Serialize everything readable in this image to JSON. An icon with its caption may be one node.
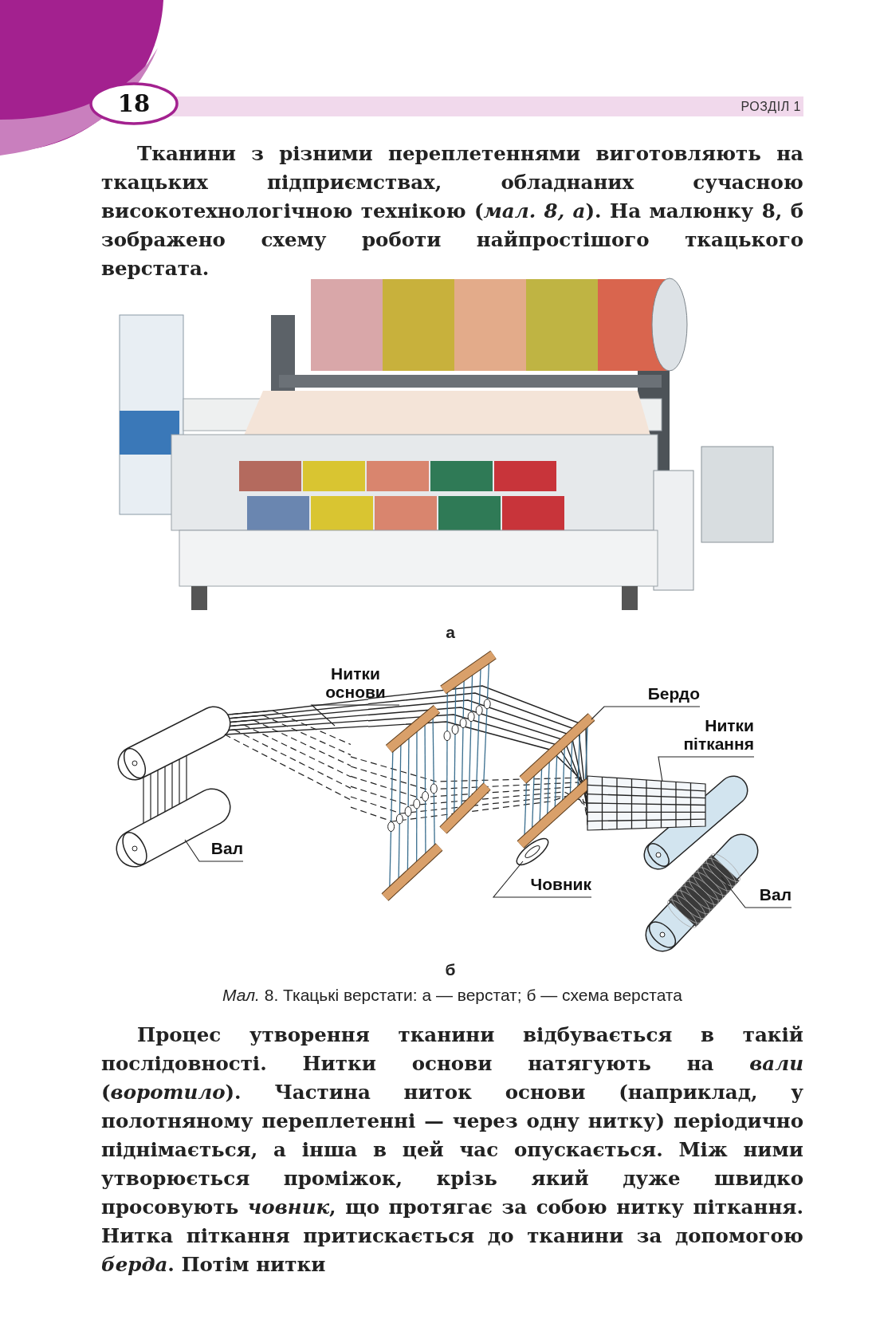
{
  "diagram": {
    "nodes": [
      {
        "text": [
          "Нитки основи"
        ]
      },
      {
        "text": [],
        "shape": "picture"
      },
      {
        "text": [
          "Бердо"
        ]
      },
      {
        "text": [],
        "shape": "bar"
      },
      {
        "text": [
          "Нитки піткання"
        ]
      },
      {
        "text": [],
        "shape": "picture"
      },
      {
        "text": [
          "Вал"
        ]
      },
      {
        "text": [],
        "shape": "cylinder"
      },
      {
        "text": [
          "Човник"
        ]
      },
      {
        "text": [],
        "shape": "picture"
      },
      {
        "text": [
          "Вал"
        ]
      },
      {
        "text": [],
        "shape": "cylinder"
      }
    ],
    "edges": [
      {
        "from": 0,
        "to": 1,
        "arrow": "none"
      },
      {
        "from": 2,
        "to": 3,
        "arrow": "none"
      },
      {
        "from": 4,
        "to": 5,
        "arrow": "none"
      },
      {
        "from": 6,
        "to": 7,
        "arrow": "none"
      },
      {
        "from": 8,
        "to": 9,
        "arrow": "none"
      },
      {
        "from": 10,
        "to": 11,
        "arrow": "none"
      }
    ],
    "labels": [
      "18",
      "РОЗДІЛ 1",
      "Тканини з різними переплетеннями виготовляють на ткацьких підприємствах, обладнаних сучасною високотехнологічною технікою (*мал. 8, а*). На малюнку 8, б зображено схему роботи найпростішого ткацького верстата.",
      "а",
      "б",
      "*Мал.* 8. Ткацькі верстати: а — верстат; б — схема верстата",
      "Процес утворення тканини відбувається в такій послідовності. Нитки основи натягують на *вали* (*воротило*). Частина ниток основи (наприклад, у полотняному переплетенні — через одну нитку) періодично піднімається, а інша в цей час опускається. Між ними утворюється проміжок, крізь який дуже швидко просовують *човник*, що протягає за собою нитку піткання. Нитка піткання притискається до тканини за допомогою *берда*. Потім нитки"
    ]
  }
}
